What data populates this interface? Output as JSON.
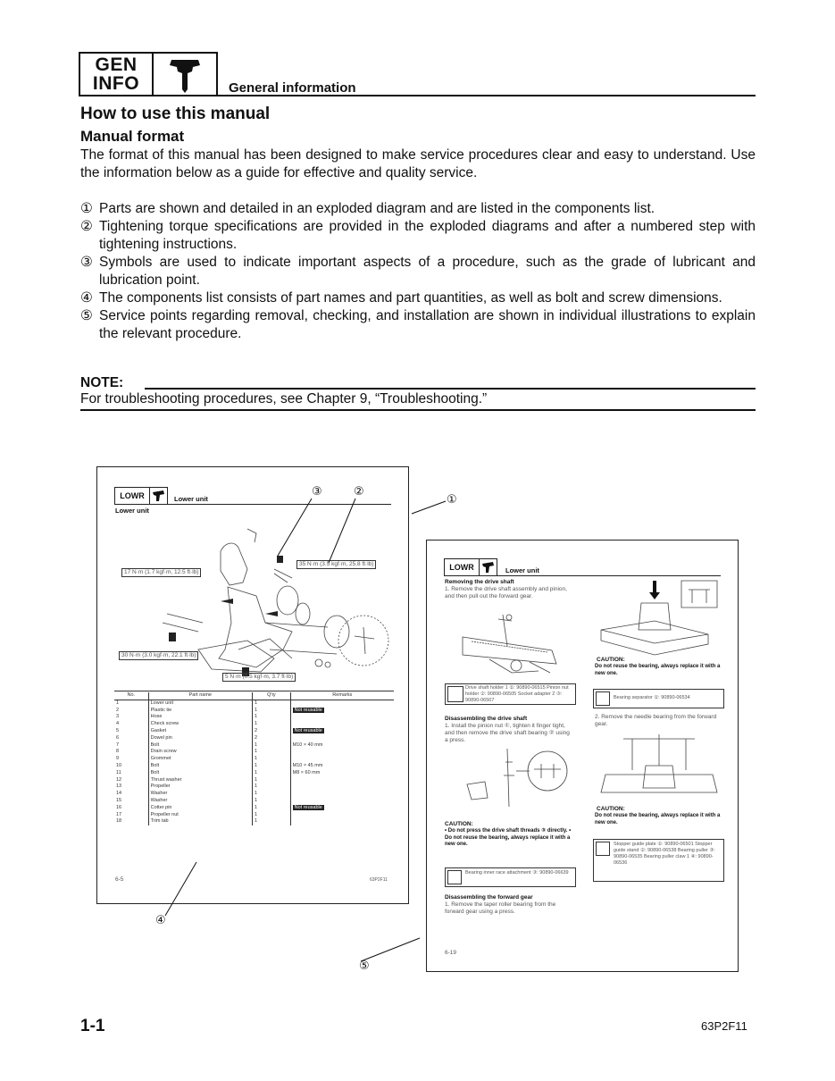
{
  "header": {
    "gen": "GEN",
    "info": "INFO",
    "title": "General information"
  },
  "heading": "How to use this manual",
  "subheading": "Manual format",
  "intro": "The format of this manual has been designed to make service procedures clear and easy to understand. Use the information below as a guide for effective and quality service.",
  "items": [
    {
      "num": "①",
      "text": "Parts are shown and detailed in an exploded diagram and are listed in the components list."
    },
    {
      "num": "②",
      "text": "Tightening torque specifications are provided in the exploded diagrams and after a numbered step with tightening instructions."
    },
    {
      "num": "③",
      "text": "Symbols are used to indicate important aspects of a procedure, such as the grade of lubricant and lubrication point."
    },
    {
      "num": "④",
      "text": "The components list consists of part names and part quantities, as well as bolt and screw dimensions."
    },
    {
      "num": "⑤",
      "text": "Service points regarding removal, checking, and installation are shown in individual illustrations to explain the relevant procedure."
    }
  ],
  "note": {
    "label": "NOTE:",
    "text": "For troubleshooting procedures, see Chapter 9, “Troubleshooting.”"
  },
  "callouts": [
    "①",
    "②",
    "③",
    "④",
    "⑤"
  ],
  "sample_page_1": {
    "hdr": "LOWR",
    "hdr_title": "Lower unit",
    "title": "Lower unit",
    "torque_left": "17 N·m (1.7 kgf·m, 12.5 ft·lb)",
    "torque_right": "35 N·m (3.5 kgf·m, 25.8 ft·lb)",
    "torque_mid": "30 N·m (3.0 kgf·m, 22.1 ft·lb)",
    "torque_bottom": "5 N·m (0.5 kgf·m, 3.7 ft·lb)",
    "table_headers": [
      "No.",
      "Part name",
      "Q'ty",
      "Remarks"
    ],
    "rows": [
      [
        "1",
        "Lower unit",
        "1",
        ""
      ],
      [
        "2",
        "Plastic tie",
        "1",
        "Not reusable"
      ],
      [
        "3",
        "Hose",
        "1",
        ""
      ],
      [
        "4",
        "Check screw",
        "1",
        ""
      ],
      [
        "5",
        "Gasket",
        "2",
        "Not reusable"
      ],
      [
        "6",
        "Dowel pin",
        "2",
        ""
      ],
      [
        "7",
        "Bolt",
        "1",
        "M10 × 40 mm"
      ],
      [
        "8",
        "Drain screw",
        "1",
        ""
      ],
      [
        "9",
        "Grommet",
        "1",
        ""
      ],
      [
        "10",
        "Bolt",
        "1",
        "M10 × 45 mm"
      ],
      [
        "11",
        "Bolt",
        "1",
        "M8 × 60 mm"
      ],
      [
        "12",
        "Thrust washer",
        "1",
        ""
      ],
      [
        "13",
        "Propeller",
        "1",
        ""
      ],
      [
        "14",
        "Washer",
        "1",
        ""
      ],
      [
        "15",
        "Washer",
        "1",
        ""
      ],
      [
        "16",
        "Cotter pin",
        "1",
        "Not reusable"
      ],
      [
        "17",
        "Propeller nut",
        "1",
        ""
      ],
      [
        "18",
        "Trim tab",
        "1",
        ""
      ]
    ],
    "page_no": "6-5",
    "code": "63P2F11"
  },
  "sample_page_2": {
    "hdr": "LOWR",
    "hdr_title": "Lower unit",
    "s1_title": "Removing the drive shaft",
    "s1_text": "1. Remove the drive shaft assembly and pinion, and then pull out the forward gear.",
    "tool1": "Drive shaft holder 1 ①: 90890-06515 Pinion nut holder ②: 90890-06505 Socket adapter 2 ③: 90890-06507",
    "s2_title": "Disassembling the drive shaft",
    "s2_text": "1. Install the pinion nut ①, tighten it finger tight, and then remove the drive shaft bearing ② using a press.",
    "caution1_title": "CAUTION:",
    "caution1_text": "• Do not press the drive shaft threads ③ directly. • Do not reuse the bearing, always replace it with a new one.",
    "tool2": "Bearing inner race attachment ③: 90890-06639",
    "s3_title": "Disassembling the forward gear",
    "s3_text": "1. Remove the taper roller bearing from the forward gear using a press.",
    "caution2_title": "CAUTION:",
    "caution2_text": "Do not reuse the bearing, always replace it with a new one.",
    "tool3": "Bearing separator ①: 90890-06534",
    "s4_text": "2. Remove the needle bearing from the forward gear.",
    "caution3_title": "CAUTION:",
    "caution3_text": "Do not reuse the bearing, always replace it with a new one.",
    "tool4": "Stopper guide plate ①: 90890-06501 Stopper guide stand ②: 90890-06538 Bearing puller ③: 90890-06535 Bearing puller claw 1 ④: 90890-06536",
    "page_no": "6-19"
  },
  "footer": {
    "page": "1-1",
    "code": "63P2F11"
  }
}
